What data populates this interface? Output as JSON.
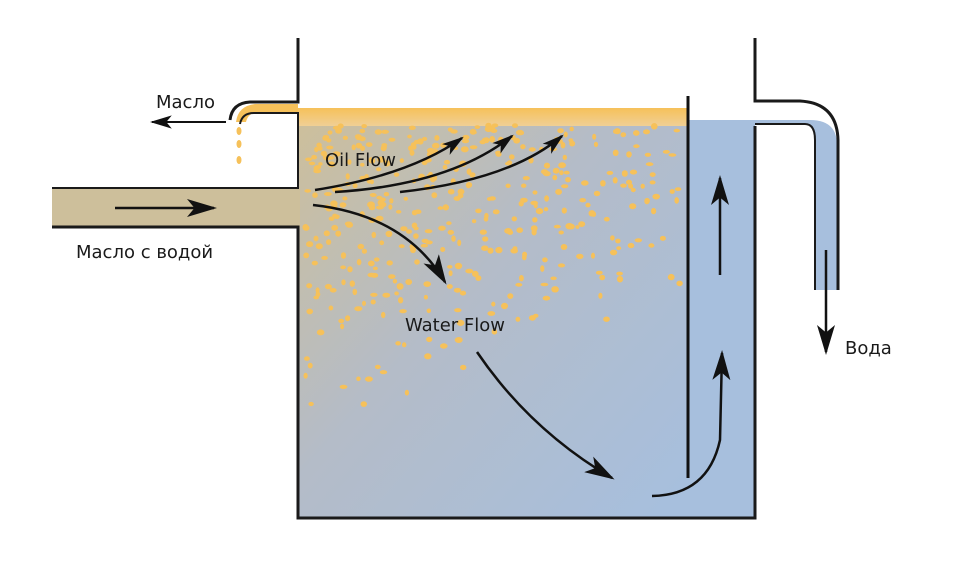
{
  "labels": {
    "oil_out": "Масло",
    "inlet": "Масло с водой",
    "oil_flow": "Oil Flow",
    "water_flow": "Water Flow",
    "water_out": "Вода"
  },
  "colors": {
    "oil": "#f6c15a",
    "mixture": "#cdbf9b",
    "water": "#a7bfdd",
    "line": "#1a1a1a"
  }
}
